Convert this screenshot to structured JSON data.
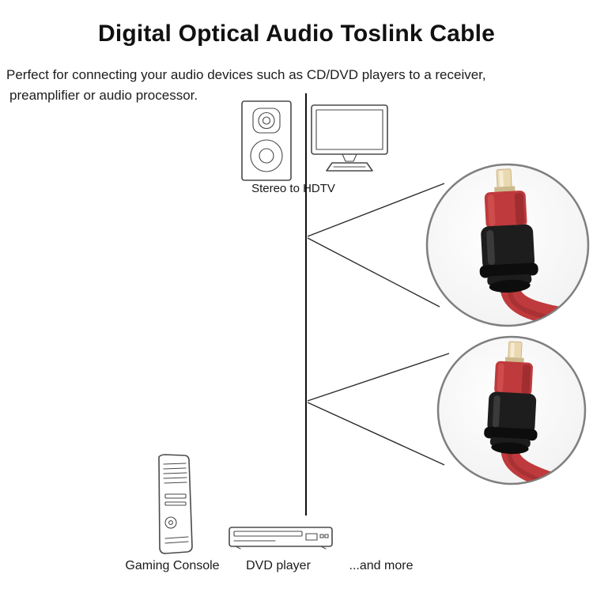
{
  "page": {
    "title": "Digital Optical Audio Toslink Cable",
    "description": {
      "line1": "Perfect for connecting your audio devices such as CD/DVD players to a receiver,",
      "line2": "preamplifier or audio processor."
    },
    "captions": {
      "stereo_hdtv": "Stereo to HDTV",
      "gaming_console": "Gaming Console",
      "dvd_player": "DVD player",
      "and_more": "...and more"
    },
    "colors": {
      "cable_red": "#bf3a3c",
      "cable_red_dark": "#952a2c",
      "cable_red_light": "#d85a57",
      "connector_black": "#1d1d1d",
      "tip_gold": "#ead9b0",
      "line_gray": "#4a4a4a",
      "circle_stroke": "#7f7f7f"
    }
  }
}
